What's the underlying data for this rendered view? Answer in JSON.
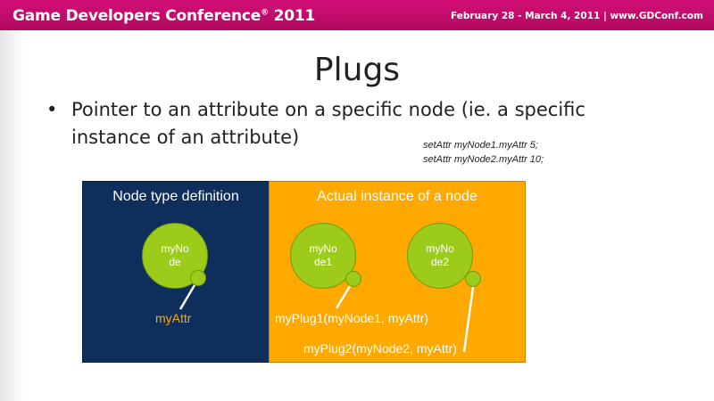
{
  "header": {
    "conference": "Game Developers Conference",
    "trademark": "®",
    "year": "2011",
    "dates_url": "February 28 - March 4, 2011 | www.GDConf.com"
  },
  "slide": {
    "title": "Plugs",
    "bullet": "Pointer to an attribute on a specific node (ie. a specific instance of an attribute)",
    "code_lines": [
      "setAttr myNode1.myAttr 5;",
      "setAttr myNode2.myAttr 10;"
    ]
  },
  "diagram": {
    "left_panel_title": "Node type definition",
    "right_panel_title": "Actual instance of a node",
    "nodes": [
      {
        "line1": "myNo",
        "line2": "de"
      },
      {
        "line1": "myNo",
        "line2": "de1"
      },
      {
        "line1": "myNo",
        "line2": "de2"
      }
    ],
    "attr_label": "myAttr",
    "plug1_label": "myPlug1(myNode1, myAttr)",
    "plug2_label": "myPlug2(myNode2, myAttr)",
    "colors": {
      "header": "#c8106e",
      "left_panel": "#0e2f5c",
      "right_panel": "#ffa800",
      "node": "#9ccc19"
    }
  }
}
